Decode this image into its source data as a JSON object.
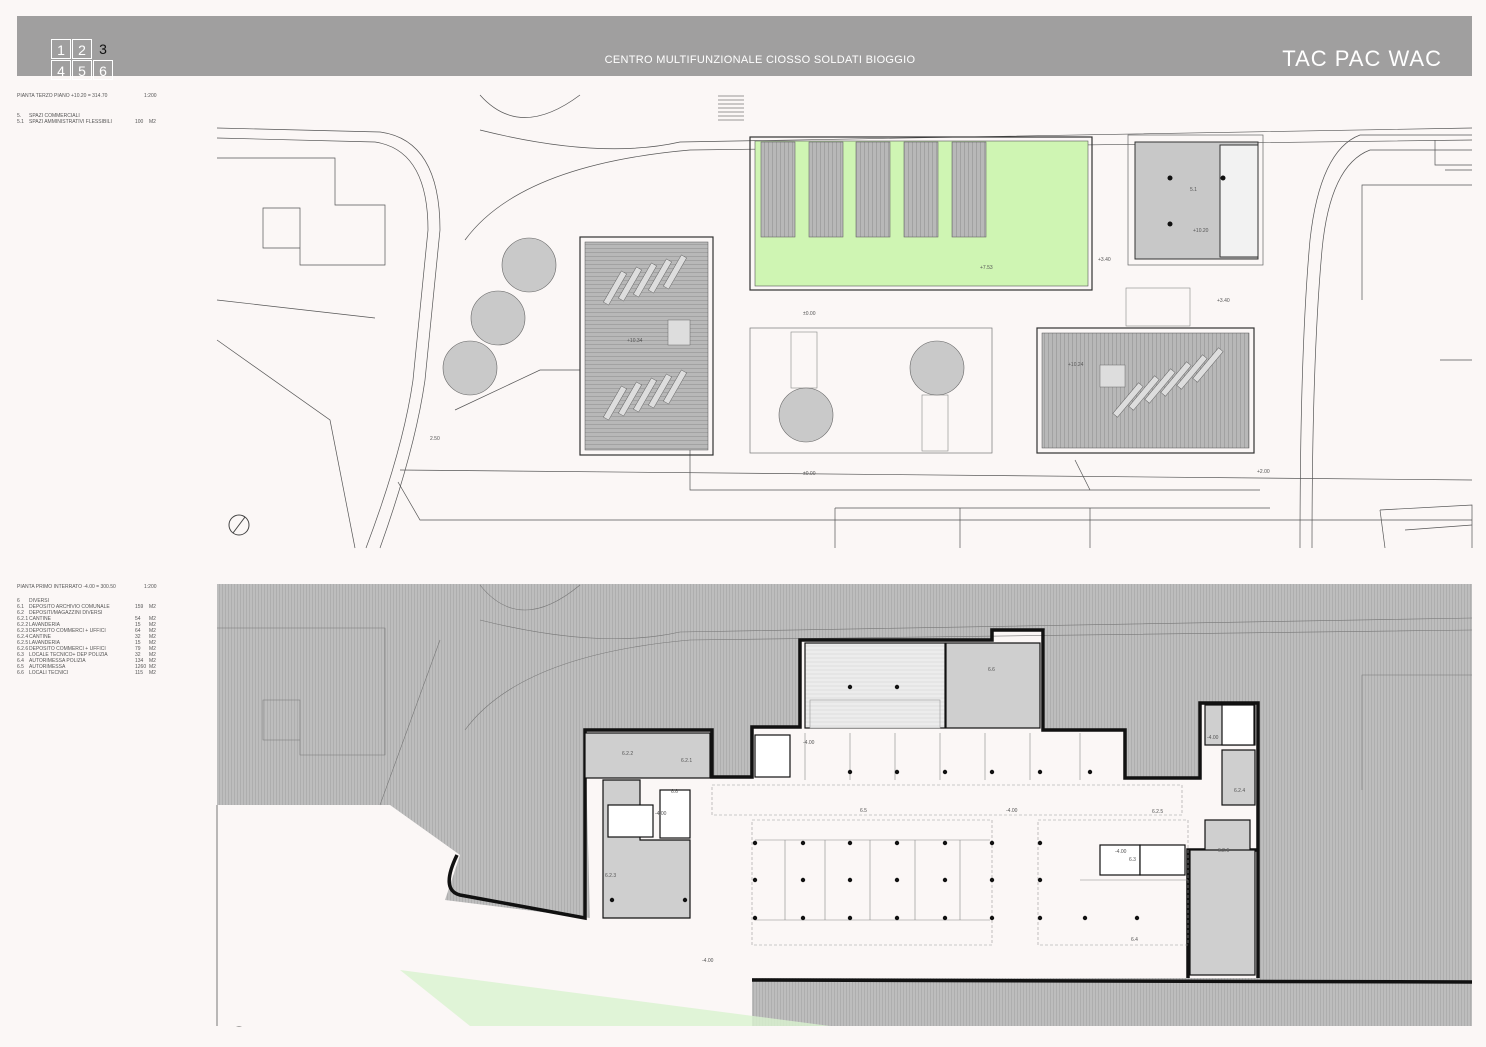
{
  "header": {
    "sheet_numbers": [
      "1",
      "2",
      "3",
      "4",
      "5",
      "6"
    ],
    "active_sheet": "3",
    "title": "CENTRO MULTIFUNZIONALE CIOSSO SOLDATI BIOGGIO",
    "brand": "TAC PAC WAC"
  },
  "plan_top": {
    "title": "PIANTA TERZO PIANO  +10.20 = 314.70",
    "scale": "1:200",
    "legend": [
      {
        "code": "5.",
        "label": "SPAZI COMMERCIALI",
        "area": "",
        "unit": ""
      },
      {
        "code": "5.1",
        "label": "SPAZI AMMINISTRATIVI FLESSIBILI",
        "area": "100",
        "unit": "M2"
      }
    ],
    "level_labels": [
      "+7.53",
      "5.1",
      "+10.20",
      "+3.40",
      "+3.40",
      "±0.00",
      "+10.34",
      "+10.24",
      "2.50",
      "±0.00",
      "+2.00"
    ]
  },
  "plan_bottom": {
    "title": "PIANTA PRIMO INTERRATO -4.00 = 300.50",
    "scale": "1:200",
    "legend": [
      {
        "code": "6",
        "label": "DIVERSI",
        "area": "",
        "unit": ""
      },
      {
        "code": "6.1",
        "label": "DEPOSITO ARCHIVIO COMUNALE",
        "area": "159",
        "unit": "M2"
      },
      {
        "code": "6.2",
        "label": "DEPOSITI/MAGAZZINI DIVERSI",
        "area": "",
        "unit": ""
      },
      {
        "code": "6.2.1",
        "label": "CANTINE",
        "area": "54",
        "unit": "M2"
      },
      {
        "code": "6.2.2",
        "label": "LAVANDERIA",
        "area": "15",
        "unit": "M2"
      },
      {
        "code": "6.2.3",
        "label": "DEPOSITO COMMERCI + UFFICI",
        "area": "64",
        "unit": "M2"
      },
      {
        "code": "6.2.4",
        "label": "CANTINE",
        "area": "32",
        "unit": "M2"
      },
      {
        "code": "6.2.5",
        "label": "LAVANDERIA",
        "area": "15",
        "unit": "M2"
      },
      {
        "code": "6.2.6",
        "label": "DEPOSITO COMMERCI + UFFICI",
        "area": "79",
        "unit": "M2"
      },
      {
        "code": "6.3",
        "label": "LOCALE TECNICO+ DEP POLIZIA",
        "area": "32",
        "unit": "M2"
      },
      {
        "code": "6.4",
        "label": "AUTORIMESSA POLIZIA",
        "area": "134",
        "unit": "M2"
      },
      {
        "code": "6.5",
        "label": "AUTORIMESSA",
        "area": "1260",
        "unit": "M2"
      },
      {
        "code": "6.6",
        "label": "LOCALI TECNICI",
        "area": "115",
        "unit": "M2"
      }
    ],
    "room_labels": [
      "6.6",
      "6.2.2",
      "6.2.1",
      "6.6",
      "-4.00",
      "-4.00",
      "6.5",
      "-4.00",
      "6.2.3",
      "6.2.5",
      "6.2.4",
      "6.3",
      "-4.00",
      "6.2.6",
      "6.4",
      "-4.00",
      "-4.00"
    ]
  }
}
